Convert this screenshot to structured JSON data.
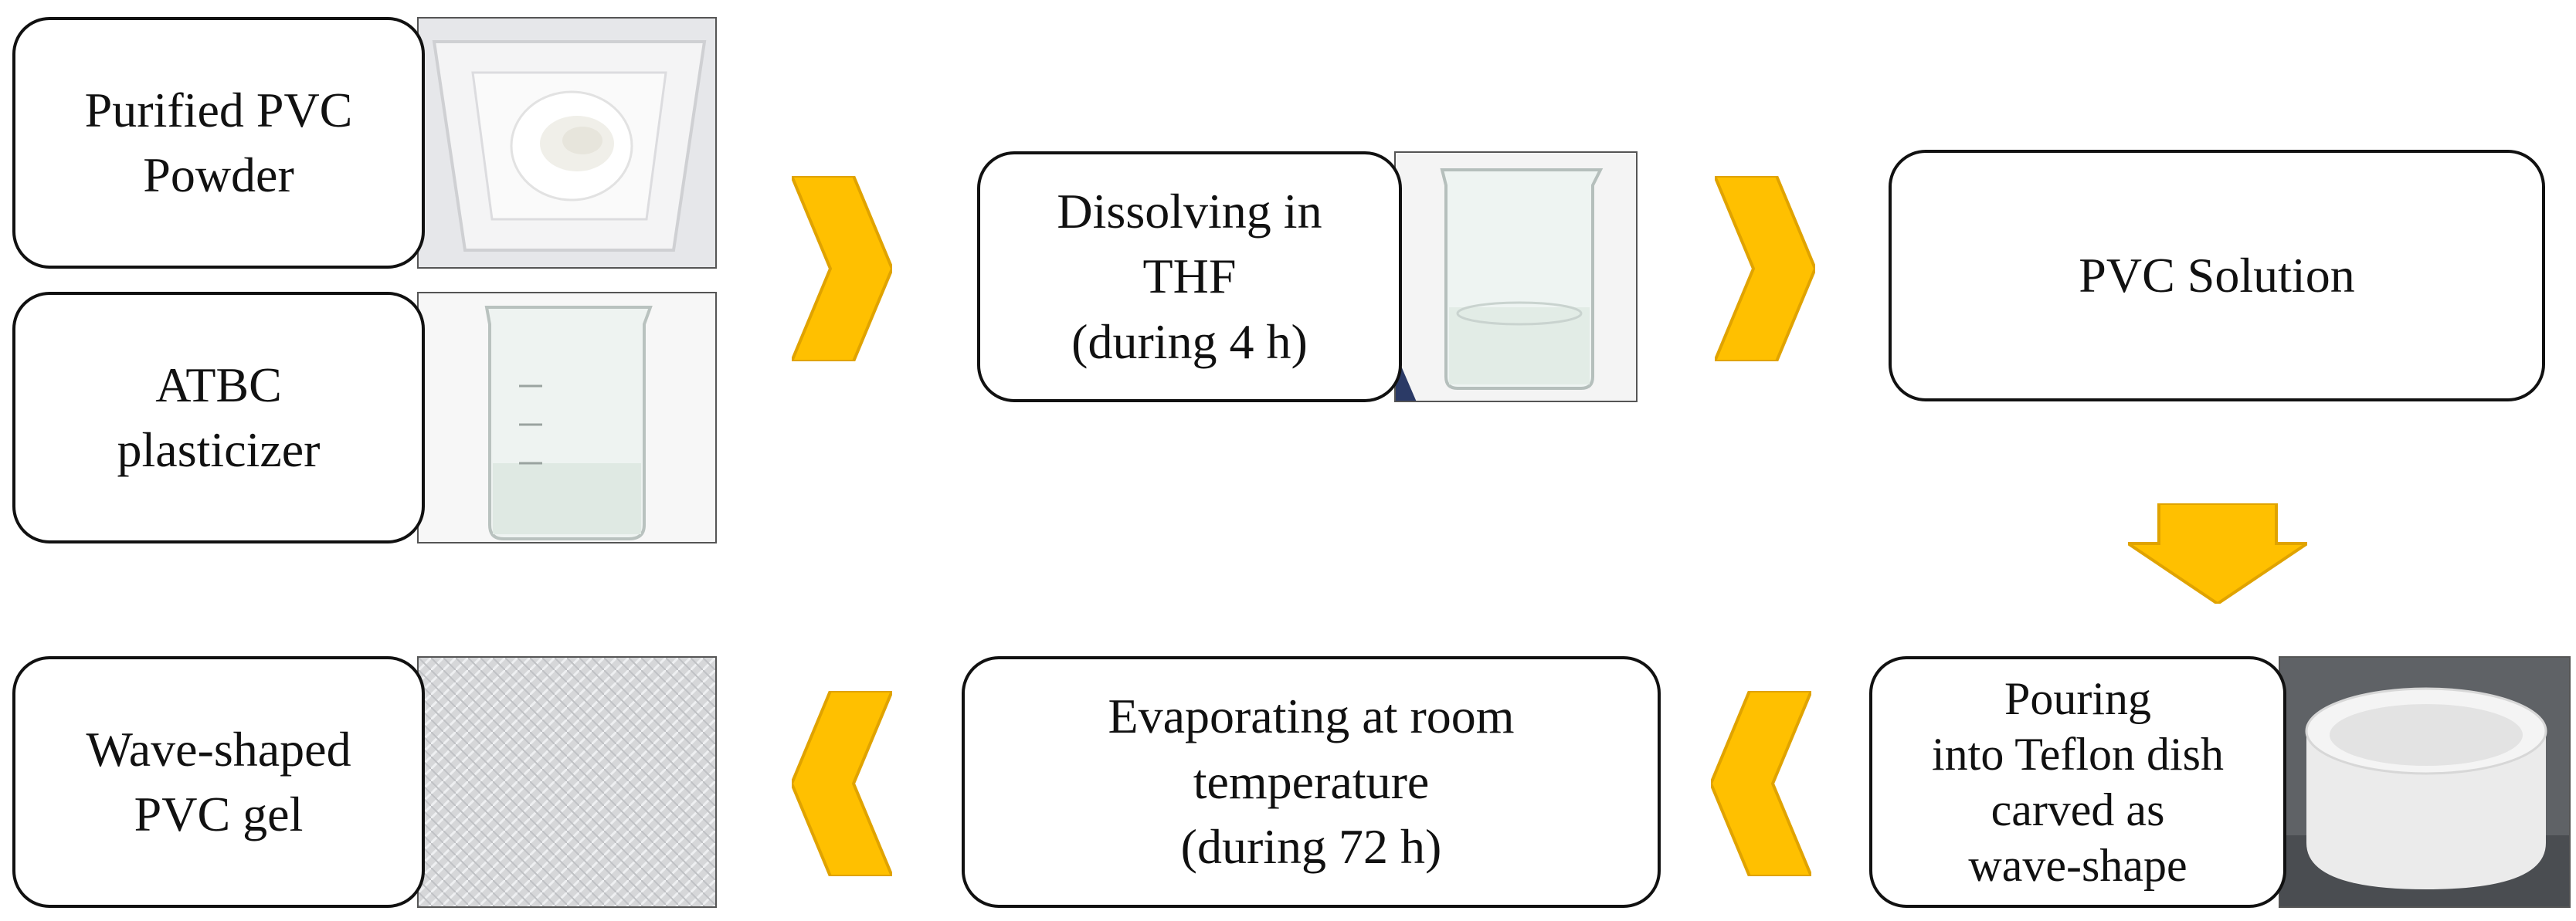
{
  "colors": {
    "arrow_fill": "#FFC000",
    "arrow_stroke": "#E0A300",
    "box_border": "#111111"
  },
  "steps": {
    "purified_pvc": "Purified PVC\nPowder",
    "atbc": "ATBC\nplasticizer",
    "dissolving": "Dissolving in\nTHF\n(during 4 h)",
    "pvc_solution": "PVC Solution",
    "pouring": "Pouring\ninto Teflon dish\ncarved as\nwave-shape",
    "evaporating": "Evaporating at room\ntemperature\n(during 72 h)",
    "wave_gel": "Wave-shaped\nPVC gel"
  },
  "arrows": [
    {
      "name": "arrow-1",
      "direction": "right"
    },
    {
      "name": "arrow-2",
      "direction": "right"
    },
    {
      "name": "arrow-3",
      "direction": "down"
    },
    {
      "name": "arrow-4",
      "direction": "left"
    },
    {
      "name": "arrow-5",
      "direction": "left"
    }
  ],
  "photos": [
    {
      "name": "pvc-powder-photo",
      "depicts": "white tray with PVC powder"
    },
    {
      "name": "atbc-beaker-photo",
      "depicts": "glass beaker with ATBC plasticizer"
    },
    {
      "name": "thf-beaker-photo",
      "depicts": "glass beaker with THF solution"
    },
    {
      "name": "teflon-dish-photo",
      "depicts": "white Teflon dish"
    },
    {
      "name": "wave-gel-photo",
      "depicts": "wave-patterned PVC gel sheet"
    }
  ]
}
